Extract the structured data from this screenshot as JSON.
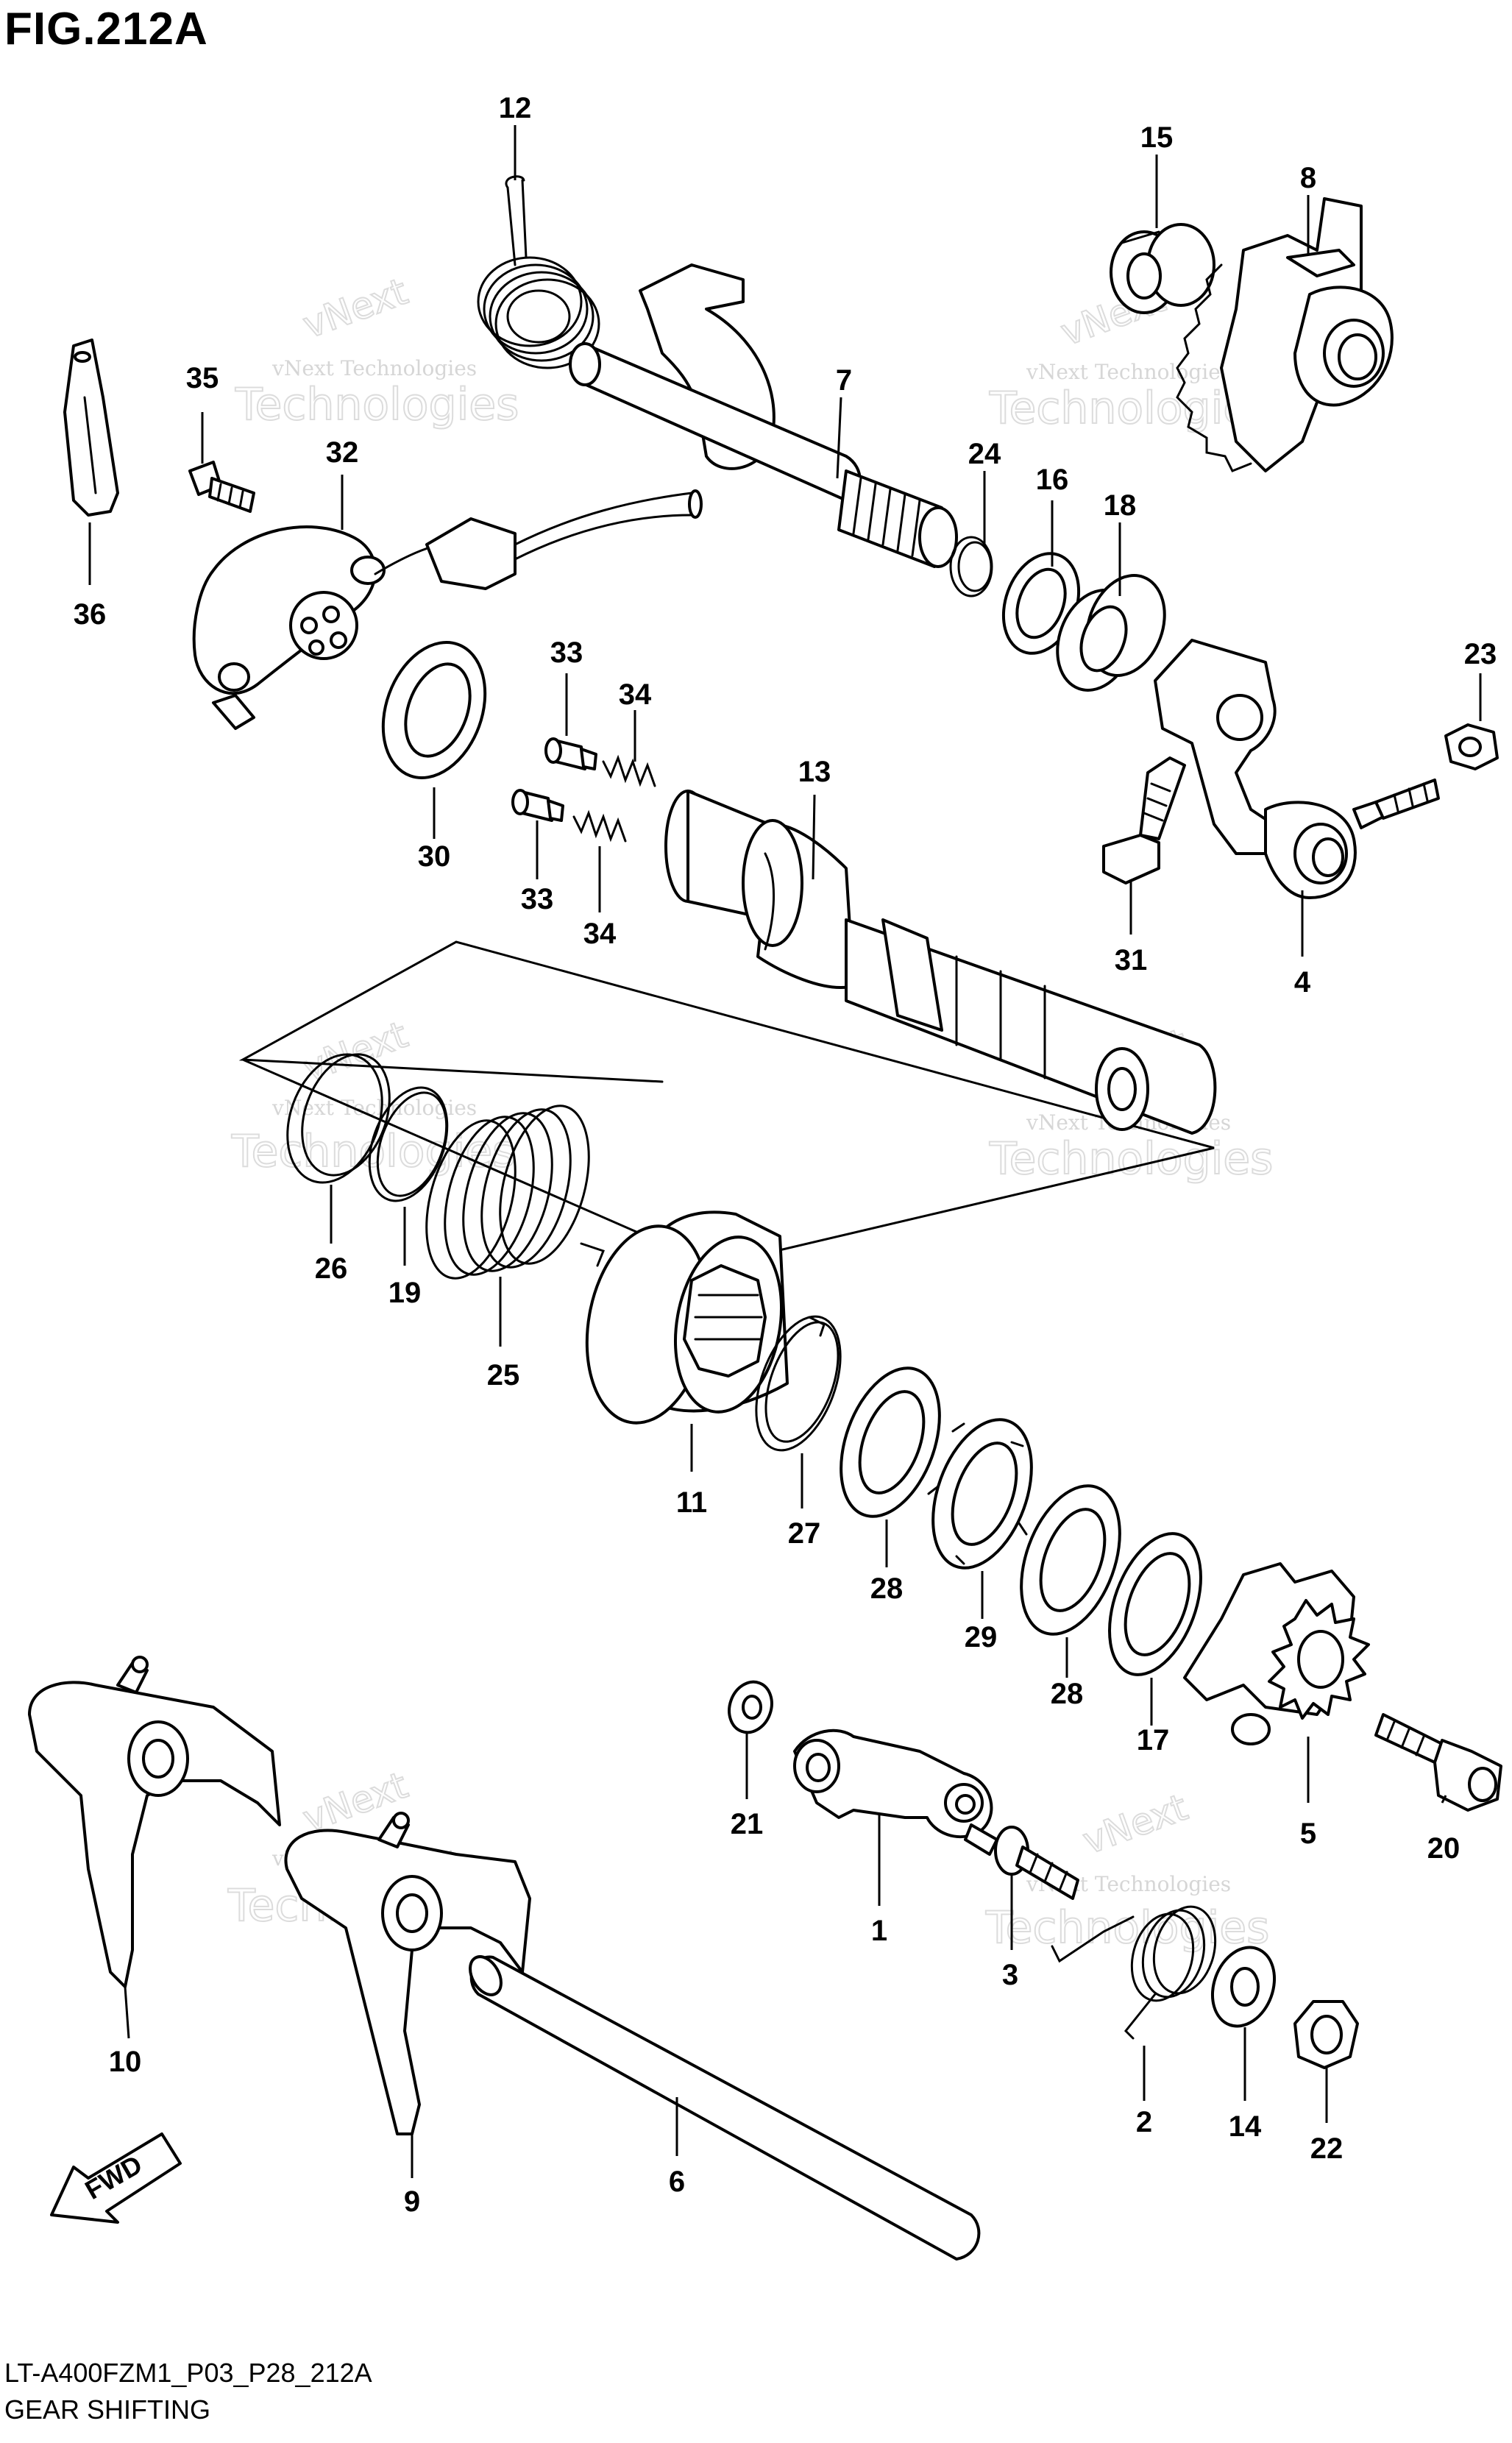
{
  "figure": {
    "title": "FIG.212A",
    "code": "LT-A400FZM1_P03_P28_212A",
    "name": "GEAR SHIFTING"
  },
  "watermark": {
    "small": "vNext Technologies",
    "big": "Technologies",
    "arc": "vNext"
  },
  "fwd_badge": "FWD",
  "callouts": {
    "c1": "1",
    "c2": "2",
    "c3": "3",
    "c4": "4",
    "c5": "5",
    "c6": "6",
    "c7": "7",
    "c8": "8",
    "c9": "9",
    "c10": "10",
    "c11": "11",
    "c12": "12",
    "c13": "13",
    "c14": "14",
    "c15": "15",
    "c16": "16",
    "c17": "17",
    "c18": "18",
    "c19": "19",
    "c20": "20",
    "c21": "21",
    "c22": "22",
    "c23": "23",
    "c24": "24",
    "c25": "25",
    "c26": "26",
    "c27": "27",
    "c28a": "28",
    "c28b": "28",
    "c29": "29",
    "c30": "30",
    "c31": "31",
    "c32": "32",
    "c33a": "33",
    "c33b": "33",
    "c34a": "34",
    "c34b": "34",
    "c35": "35",
    "c36": "36"
  }
}
